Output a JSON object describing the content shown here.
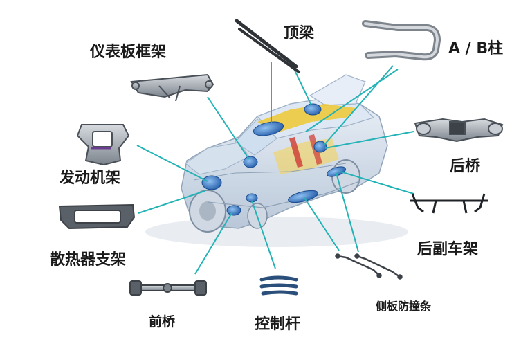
{
  "colors": {
    "leader_line": "#23b3b6",
    "part_metal": "#9aa1a8",
    "part_dark": "#3d4248",
    "car_body": "#c9d6e6",
    "car_glass": "#dfe9f5",
    "highlight_yellow": "#f0c419",
    "highlight_blue": "#2a66b8",
    "highlight_red": "#d0423a"
  },
  "labels": {
    "instrument_panel_frame": "仪表板框架",
    "roof_beam": "顶梁",
    "ab_pillar": "A / B柱",
    "engine_mount": "发动机架",
    "rear_axle": "后桥",
    "radiator_support": "散热器支架",
    "rear_subframe": "后副车架",
    "front_axle": "前桥",
    "control_arm": "控制杆",
    "side_impact_bar": "侧板防撞条"
  },
  "icons": [
    "instrument-panel-frame-part",
    "roof-beam-part",
    "ab-pillar-part",
    "engine-mount-part",
    "rear-axle-part",
    "radiator-support-part",
    "rear-subframe-part",
    "front-axle-part",
    "control-arm-part",
    "side-impact-bar-part",
    "car-xray-illustration"
  ]
}
